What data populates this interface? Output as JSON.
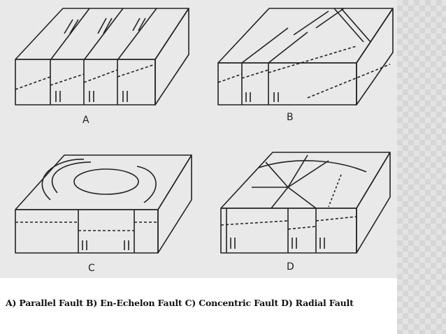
{
  "figure": {
    "panel_labels": [
      "A",
      "B",
      "C",
      "D"
    ]
  },
  "caption": {
    "text": "A) Parallel Fault   B) En-Echelon Fault  C) Concentric Fault  D) Radial Fault"
  },
  "colors": {
    "panel_background": "#e9e9e9",
    "line": "#222222",
    "sidebar_pattern": "#e3e3e3"
  }
}
